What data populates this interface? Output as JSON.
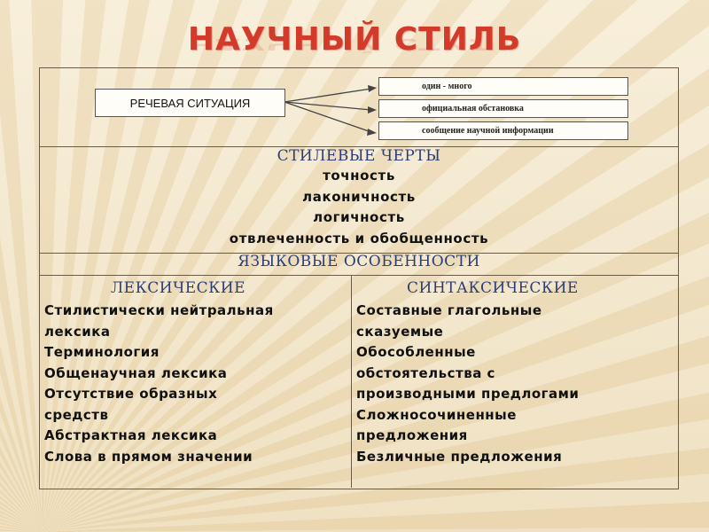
{
  "title": "НАУЧНЫЙ СТИЛЬ",
  "situation": {
    "label": "РЕЧЕВАЯ СИТУАЦИЯ",
    "items": [
      "один - много",
      "официальная обстановка",
      "сообщение научной информации"
    ]
  },
  "style_features": {
    "heading": "СТИЛЕВЫЕ ЧЕРТЫ",
    "items": [
      "точность",
      "лаконичность",
      "логичность",
      "отвлеченность и обобщенность"
    ]
  },
  "language_features": {
    "heading": "ЯЗЫКОВЫЕ ОСОБЕННОСТИ",
    "lexical": {
      "heading": "ЛЕКСИЧЕСКИЕ",
      "items": [
        "Стилистически нейтральная",
        "лексика",
        "Терминология",
        "Общенаучная лексика",
        "Отсутствие образных",
        "средств",
        "Абстрактная лексика",
        "Слова в прямом значении"
      ]
    },
    "syntactic": {
      "heading": "СИНТАКСИЧЕСКИЕ",
      "items": [
        "Составные глагольные",
        "сказуемые",
        "Обособленные",
        "обстоятельства с",
        "производными предлогами",
        "Сложносочиненные",
        "предложения",
        "Безличные предложения"
      ]
    }
  },
  "colors": {
    "title": "#d23a2a",
    "section_heading": "#2a3d7a",
    "border": "#6b5a46",
    "background": "#f3e8cf"
  }
}
